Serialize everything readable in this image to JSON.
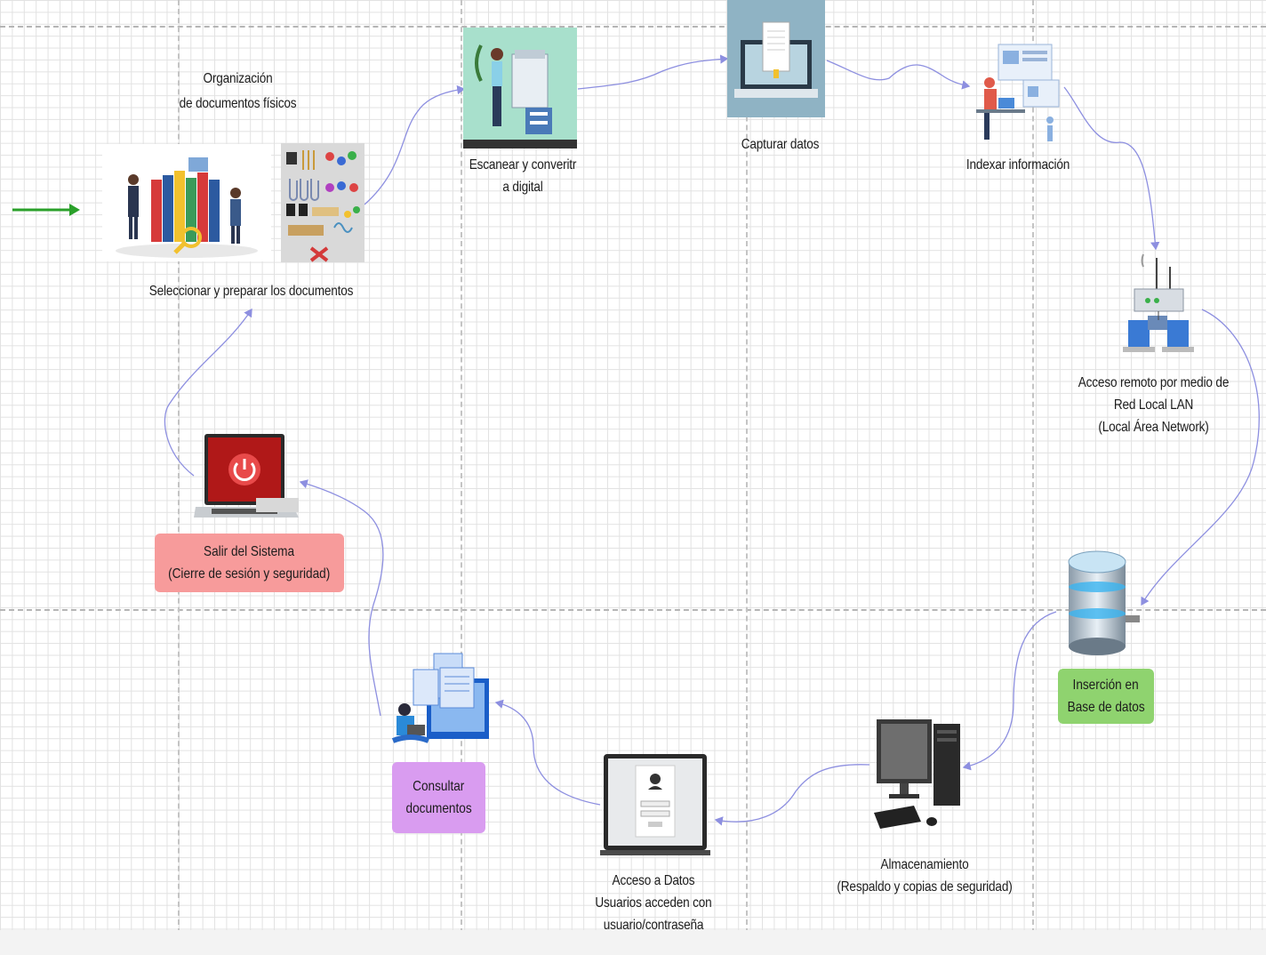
{
  "steps": {
    "organizacion": {
      "line1": "Organización",
      "line2": "de documentos físicos"
    },
    "seleccionar": {
      "label": "Seleccionar y preparar los documentos"
    },
    "escanear": {
      "line1": "Escanear y converitr",
      "line2": "a digital"
    },
    "capturar": {
      "label": "Capturar datos"
    },
    "indexar": {
      "label": "Indexar información"
    },
    "acceso_remoto": {
      "line1": "Acceso remoto por medio de",
      "line2": "Red Local LAN",
      "line3": "(Local Área Network)"
    },
    "insercion": {
      "line1": "Inserción en",
      "line2": "Base de datos",
      "color": "#8fd36f"
    },
    "almacenamiento": {
      "line1": "Almacenamiento",
      "line2": "(Respaldo y copias de seguridad)"
    },
    "acceso_datos": {
      "line1": "Acceso a Datos",
      "line2": "Usuarios acceden con",
      "line3": "usuario/contraseña"
    },
    "consultar": {
      "line1": "Consultar",
      "line2": "documentos",
      "color": "#d99cf0"
    },
    "salir": {
      "line1": "Salir del Sistema",
      "line2": "(Cierre de sesión y seguridad)",
      "color": "#f79b9b"
    }
  },
  "icons": {
    "archive_people": "archive-people-icon",
    "office_supplies": "office-supplies-icon",
    "scanner": "scanner-person-icon",
    "laptop_capture": "laptop-document-icon",
    "indexing": "indexing-person-icon",
    "router": "lan-router-icon",
    "database": "database-icon",
    "desktop": "desktop-computer-icon",
    "login_laptop": "login-laptop-icon",
    "documents_person": "documents-person-icon",
    "power_laptop": "power-laptop-icon"
  },
  "colors": {
    "start_arrow": "#2aa02a",
    "connector": "#8d8fe0"
  }
}
